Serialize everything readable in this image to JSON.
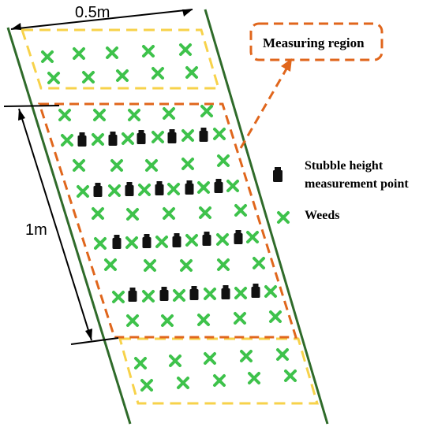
{
  "labels": {
    "width": "0.5m",
    "length": "1m",
    "region": "Measuring region",
    "stubble_line1": "Stubble height",
    "stubble_line2": "measurement point",
    "weeds": "Weeds"
  },
  "colors": {
    "field_border": "#2f6b2a",
    "outer_region": "#f7d24a",
    "measure_region": "#e0661c",
    "weed": "#3ec24b",
    "stubble": "#111111",
    "dimension": "#000000"
  },
  "legend": [
    {
      "icon": "stubble-marker-icon",
      "label_keys": [
        "stubble_line1",
        "stubble_line2"
      ]
    },
    {
      "icon": "weed-cross-icon",
      "label_keys": [
        "weeds"
      ]
    }
  ]
}
